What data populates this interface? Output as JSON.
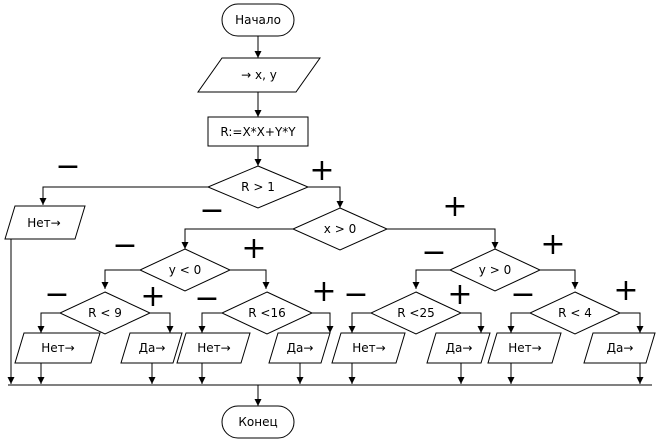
{
  "nodes": {
    "start": "Начало",
    "input": "→ x, y",
    "assign": "R:=X*X+Y*Y",
    "cond_r1": "R > 1",
    "cond_x0": "x > 0",
    "cond_y0_left": "y < 0",
    "cond_y0_right": "y > 0",
    "cond_r9": "R < 9",
    "cond_r16": "R <16",
    "cond_r25": "R <25",
    "cond_r4": "R < 4",
    "out_no_main": "Нет→",
    "out_no_1": "Нет→",
    "out_yes_1": "Да→",
    "out_no_2": "Нет→",
    "out_yes_2": "Да→",
    "out_no_3": "Нет→",
    "out_yes_3": "Да→",
    "out_no_4": "Нет→",
    "out_yes_4": "Да→",
    "end": "Конец"
  },
  "signs": {
    "minus": "−",
    "plus": "+"
  }
}
